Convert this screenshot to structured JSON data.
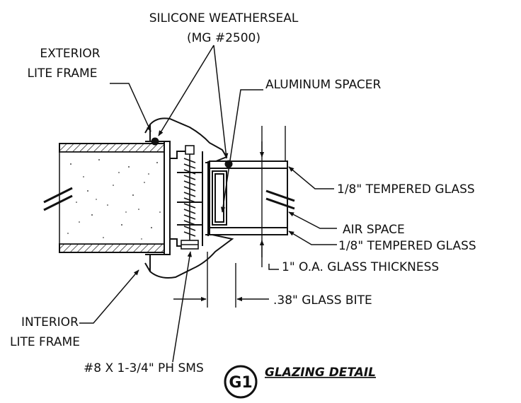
{
  "labels": {
    "weatherseal_line1": "SILICONE  WEATHERSEAL",
    "weatherseal_line2": "(MG #2500)",
    "exterior_line1": "EXTERIOR",
    "exterior_line2": "LITE FRAME",
    "aluminum_spacer": "ALUMINUM SPACER",
    "tempered_glass_outer": "1/8\" TEMPERED GLASS",
    "air_space": "AIR SPACE",
    "tempered_glass_inner": "1/8\" TEMPERED GLASS",
    "glass_thickness": "1\" O.A. GLASS THICKNESS",
    "glass_bite": ".38\" GLASS BITE",
    "interior_line1": "INTERIOR",
    "interior_line2": "LITE FRAME",
    "screw": "#8 X 1-3/4\" PH SMS"
  },
  "detail": {
    "tag": "G1",
    "title": "GLAZING DETAIL"
  },
  "colors": {
    "ink": "#111111",
    "background": "#ffffff"
  }
}
